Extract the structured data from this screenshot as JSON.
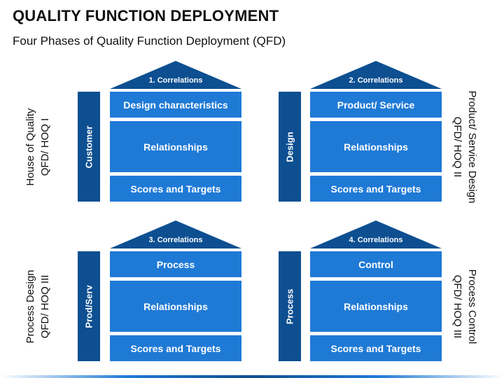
{
  "title": "QUALITY FUNCTION DEPLOYMENT",
  "subtitle": "Four Phases of Quality Function Deployment (QFD)",
  "colors": {
    "primary": "#1f7ad6",
    "dark": "#0d4f91",
    "text": "#111111"
  },
  "phases": [
    {
      "roof": "1. Correlations",
      "top": "Design characteristics",
      "middle": "Relationships",
      "bottom": "Scores and Targets",
      "side": "Customer",
      "outer": [
        "House of Quality",
        "QFD/ HOQ I"
      ]
    },
    {
      "roof": "2. Correlations",
      "top": "Product/ Service",
      "middle": "Relationships",
      "bottom": "Scores and Targets",
      "side": "Design",
      "outer": [
        "Product/ Service Design",
        "QFD/ HOQ II"
      ]
    },
    {
      "roof": "3. Correlations",
      "top": "Process",
      "middle": "Relationships",
      "bottom": "Scores and Targets",
      "side": "Prod/Serv",
      "outer": [
        "Process Design",
        "QFD/ HOQ III"
      ]
    },
    {
      "roof": "4. Correlations",
      "top": "Control",
      "middle": "Relationships",
      "bottom": "Scores and Targets",
      "side": "Process",
      "outer": [
        "Process Control",
        "QFD/ HOQ III"
      ]
    }
  ]
}
